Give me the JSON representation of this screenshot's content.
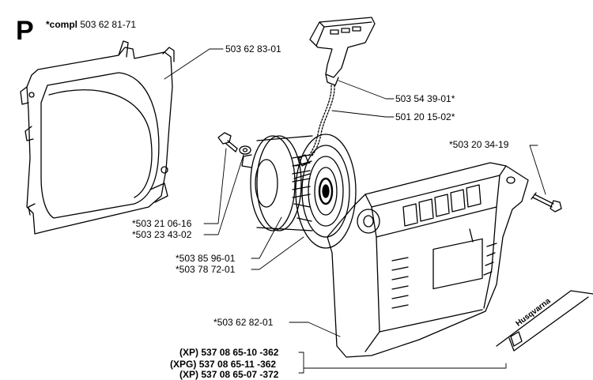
{
  "section_letter": "P",
  "complete_assembly": {
    "prefix": "*compl",
    "part_number": "503 62 81-71"
  },
  "part_labels": {
    "fan_housing": "503 62 83-01",
    "starter_handle": "503 54 39-01*",
    "starter_cord": "501 20 15-02*",
    "cover_screw": "*503 20 34-19",
    "screw": "*503 21 06-16",
    "washer": "*503 23 43-02",
    "starter_pulley": "*503 85 96-01",
    "recoil_spring": "*503 78 72-01",
    "starter_cover": "*503 62 82-01"
  },
  "variant_labels": [
    {
      "model": "(XP)",
      "part_number": "537 08 65-10 -362"
    },
    {
      "model": "(XPG)",
      "part_number": "537 08 65-11 -362"
    },
    {
      "model": "(XP)",
      "part_number": "537 08 65-07 -372"
    }
  ],
  "decal": {
    "brand": "Husqvarna"
  }
}
